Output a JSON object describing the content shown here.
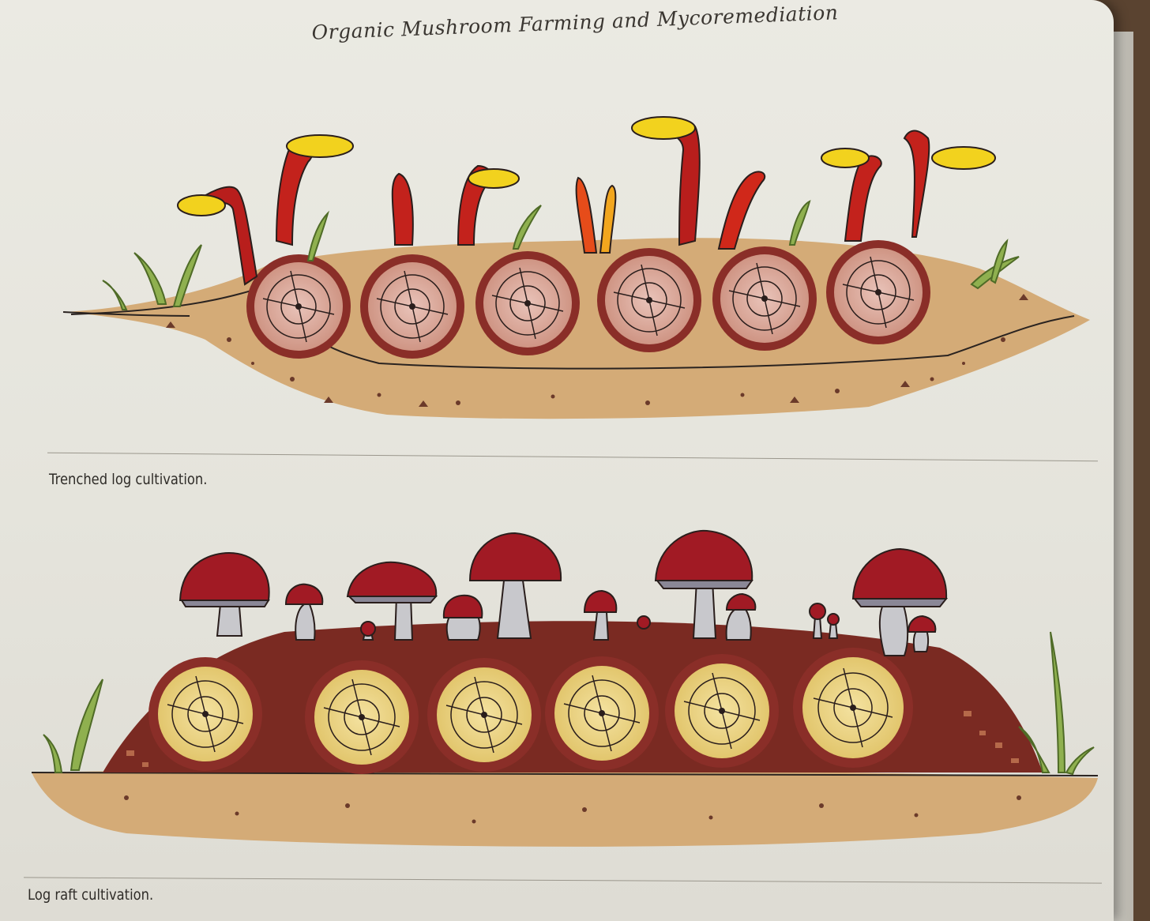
{
  "header": {
    "running_title": "Organic Mushroom Farming and Mycoremediation"
  },
  "figures": [
    {
      "caption": "Trenched log cultivation."
    },
    {
      "caption": "Log raft cultivation."
    }
  ],
  "colors": {
    "paper": "#e8e7df",
    "log_bark": "#8a2e28",
    "log_face_top": "#d9a89b",
    "log_face_bottom": "#ead58a",
    "soil": "#d2a36a",
    "reishi_red": "#b81e1c",
    "reishi_yellow": "#f2d21e",
    "cap_red": "#a11a24",
    "gills": "#8a8796",
    "grass": "#7fa84a"
  }
}
